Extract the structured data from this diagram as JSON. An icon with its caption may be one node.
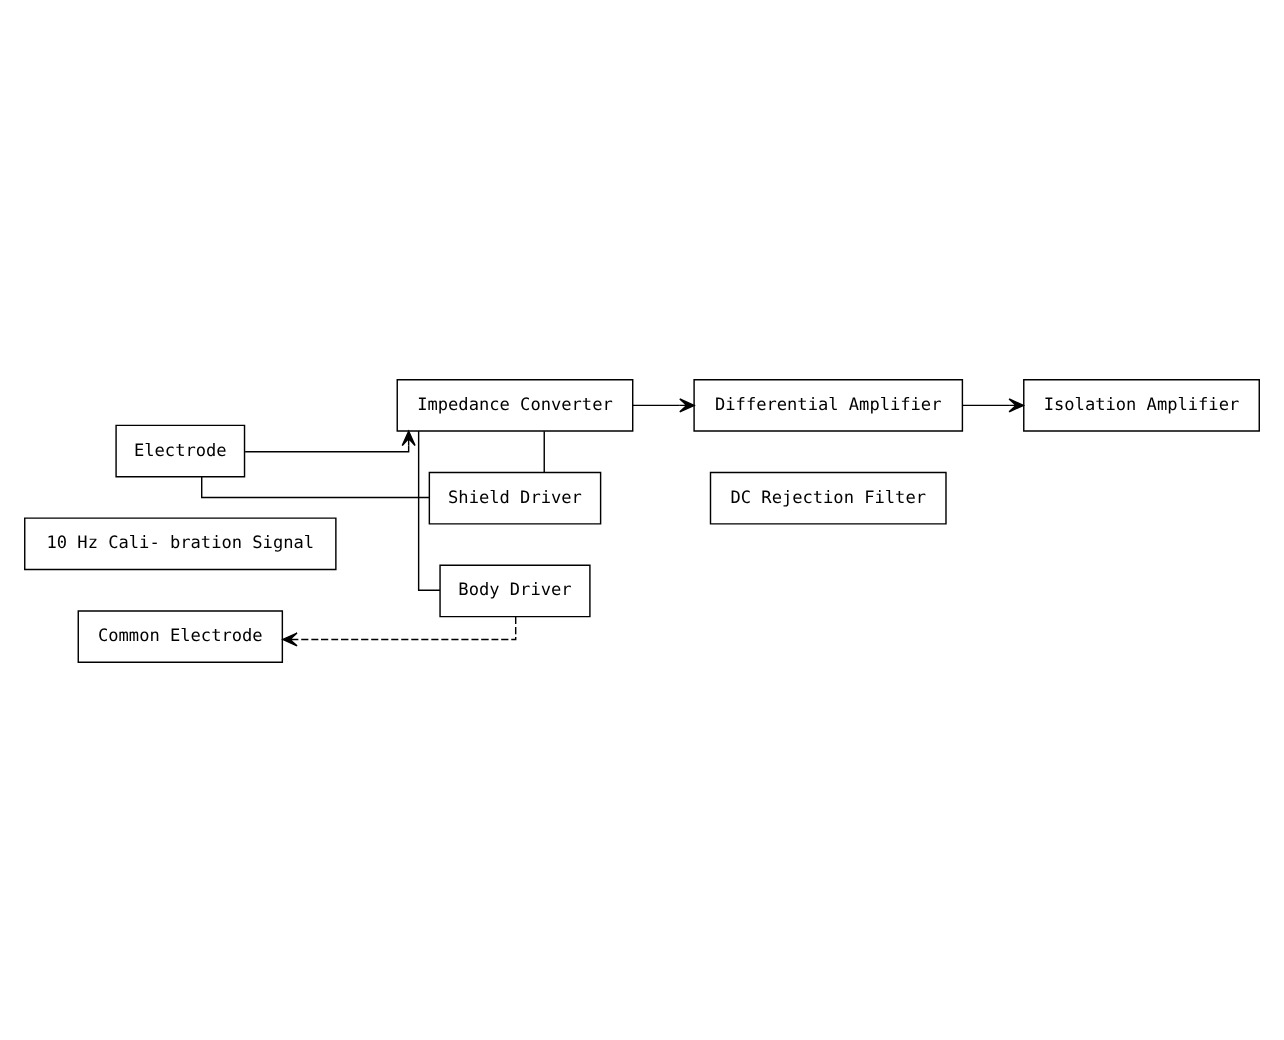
{
  "diagram": {
    "nodes": [
      {
        "text": [
          "Electrode"
        ]
      },
      {
        "text": [
          "10 Hz Cali- bration Signal"
        ]
      },
      {
        "text": [
          "Impedance Converter"
        ]
      },
      {
        "text": [
          "Shield Driver"
        ]
      },
      {
        "text": [
          "Differential Amplifier"
        ]
      },
      {
        "text": [
          "DC Rejection Filter"
        ]
      },
      {
        "text": [
          "Isolation Amplifier"
        ]
      },
      {
        "text": [
          "Body Driver"
        ]
      },
      {
        "text": [
          "Common Electrode"
        ]
      }
    ],
    "edges": [
      {
        "from": 0,
        "to": 2,
        "arrow": "to"
      },
      {
        "from": 0,
        "to": 3,
        "arrow": "none"
      },
      {
        "from": 2,
        "to": 3,
        "arrow": "none"
      },
      {
        "from": 2,
        "to": 4,
        "arrow": "to"
      },
      {
        "from": 4,
        "to": 6,
        "arrow": "to"
      },
      {
        "from": 2,
        "to": 7,
        "arrow": "none"
      },
      {
        "from": 7,
        "to": 8,
        "arrow": "to",
        "style": "dashed"
      }
    ]
  }
}
